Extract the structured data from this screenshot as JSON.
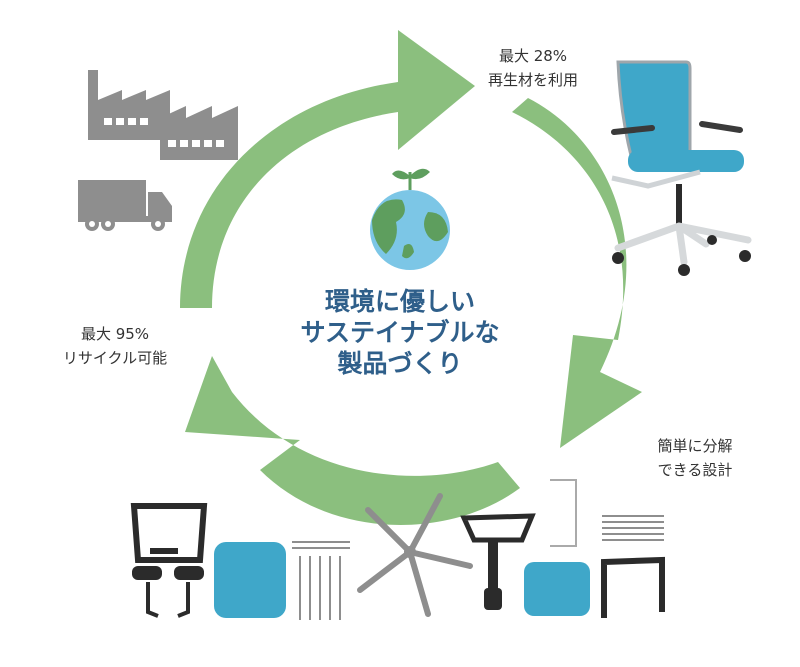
{
  "center_title": {
    "line1": "環境に優しい",
    "line2": "サステイナブルな",
    "line3": "製品づくり"
  },
  "steps": {
    "recycled": {
      "line1": "最大 28%",
      "line2": "再生材を利用"
    },
    "disassembly": {
      "line1": "簡単に分解",
      "line2": "できる設計"
    },
    "recyclable": {
      "line1": "最大 95%",
      "line2": "リサイクル可能"
    }
  },
  "colors": {
    "arrow": "#8bbf7e",
    "chair_blue": "#3fa7c9",
    "globe_water": "#7cc6e6",
    "globe_land": "#5e9e5e",
    "factory_gray": "#8e8e8e",
    "dark_parts": "#2b2b2b",
    "title_blue": "#2f5f8a"
  },
  "icons": [
    "factory-icon",
    "truck-icon",
    "office-chair-icon",
    "globe-sprout-icon",
    "chair-parts-icon"
  ]
}
